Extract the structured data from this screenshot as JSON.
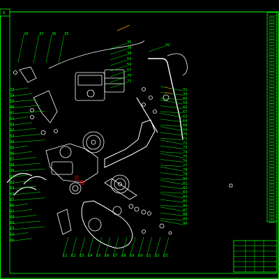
{
  "colors": {
    "background": "#000000",
    "frame": "#00ff00",
    "leader": "#00ff00",
    "part_outline": "#ffffff",
    "accent": "#ff0000",
    "table_line": "#00ff00"
  },
  "drawing": {
    "top_left_tab": "A",
    "callouts_left": [
      "20",
      "37",
      "36",
      "35",
      "73",
      "59",
      "58",
      "40",
      "41",
      "61",
      "91",
      "92",
      "93",
      "94",
      "95",
      "96",
      "97",
      "98",
      "99",
      "01",
      "02",
      "03",
      "04",
      "05",
      "06",
      "07",
      "08",
      "09",
      "63",
      "64",
      "65"
    ],
    "callouts_top": [
      "35",
      "30",
      "38",
      "55",
      "56",
      "57",
      "70",
      "71",
      "42"
    ],
    "callouts_right": [
      "31",
      "39",
      "60",
      "59",
      "66",
      "67",
      "63",
      "64",
      "68",
      "69",
      "70",
      "71",
      "72",
      "73",
      "74",
      "75",
      "76",
      "77",
      "78",
      "79",
      "80",
      "81",
      "82",
      "83",
      "84",
      "85",
      "86",
      "87",
      "88",
      "89",
      "90"
    ],
    "callouts_bottom": [
      "11",
      "12",
      "13",
      "14",
      "15",
      "16",
      "17",
      "18",
      "19",
      "20",
      "21",
      "22",
      "23"
    ]
  },
  "title_block": {
    "rows": 6,
    "label_a": "",
    "label_b": ""
  }
}
